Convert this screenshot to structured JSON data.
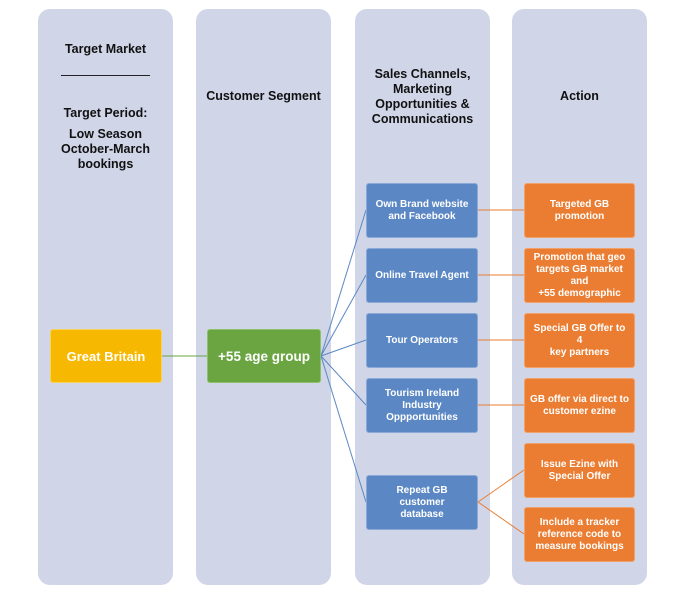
{
  "columns": {
    "target_market": {
      "heading": "Target Market",
      "period_heading": "Target Period:",
      "period_detail": "Low Season\nOctober-March\nbookings"
    },
    "customer_segment": {
      "heading": "Customer Segment"
    },
    "sales_channels": {
      "heading": "Sales Channels,\nMarketing\nOpportunities &\nCommunications"
    },
    "action": {
      "heading": "Action"
    }
  },
  "market": "Great Britain",
  "segment": "+55 age group",
  "channels": [
    "Own Brand website\nand Facebook",
    "Online Travel Agent",
    "Tour Operators",
    "Tourism Ireland\nIndustry\nOppportunities",
    "Repeat GB customer\ndatabase"
  ],
  "actions": [
    "Targeted GB\npromotion",
    "Promotion that geo\ntargets GB market and\n+55 demographic",
    "Special  GB Offer to 4\nkey partners",
    "GB offer via direct to\ncustomer ezine",
    "Issue Ezine with\nSpecial Offer",
    "Include a tracker\nreference code to\nmeasure bookings"
  ],
  "colors": {
    "column_bg": "#d0d5e8",
    "channel_box": "#5b88c4",
    "action_box": "#ea7d32",
    "market_box": "#f6b800",
    "segment_box": "#6aa542",
    "blue_connector": "#5b88c4",
    "orange_connector": "#ea7d32",
    "green_connector": "#6aa542"
  }
}
